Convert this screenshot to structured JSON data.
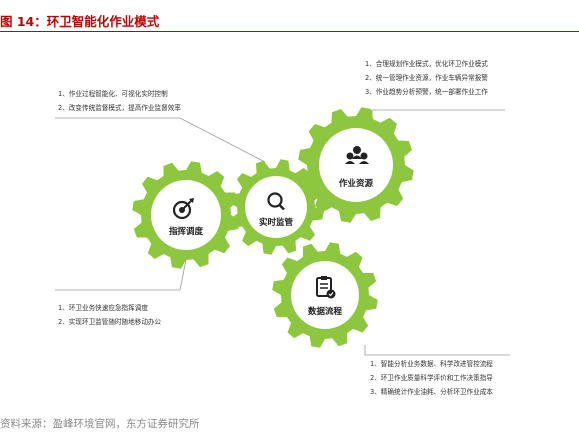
{
  "title": "图 14：环卫智能化作业模式",
  "source": "资料来源：盈峰环境官网，东方证券研究所",
  "colors": {
    "gear": "#8dc63f",
    "title": "#c00000",
    "inner": "#ffffff",
    "icon": "#222222"
  },
  "gears": [
    {
      "label": "指挥调度",
      "icon": "target-icon"
    },
    {
      "label": "实时监管",
      "icon": "magnifier-icon"
    },
    {
      "label": "作业资源",
      "icon": "people-icon"
    },
    {
      "label": "数据流程",
      "icon": "checklist-icon"
    }
  ],
  "notes": [
    {
      "lines": [
        "1、作业过程智能化、可视化实时控制",
        "2、改变传统监督模式，提高作业监督效率"
      ]
    },
    {
      "lines": [
        "1、合理规划作业模式，优化环卫作业模式",
        "2、统一管理作业资源，作业车辆异常报警",
        "3、作业趋势分析预警，统一部署作业工作"
      ]
    },
    {
      "lines": [
        "1、环卫业务快速应急指挥调度",
        "2、实现环卫监管随时随地移动办公"
      ]
    },
    {
      "lines": [
        "1、智能分析业务数据、科学改进管控流程",
        "2、环卫作业质量科学评价和工作决策指导",
        "3、精确统计作业油耗、分析环卫作业成本"
      ]
    }
  ]
}
